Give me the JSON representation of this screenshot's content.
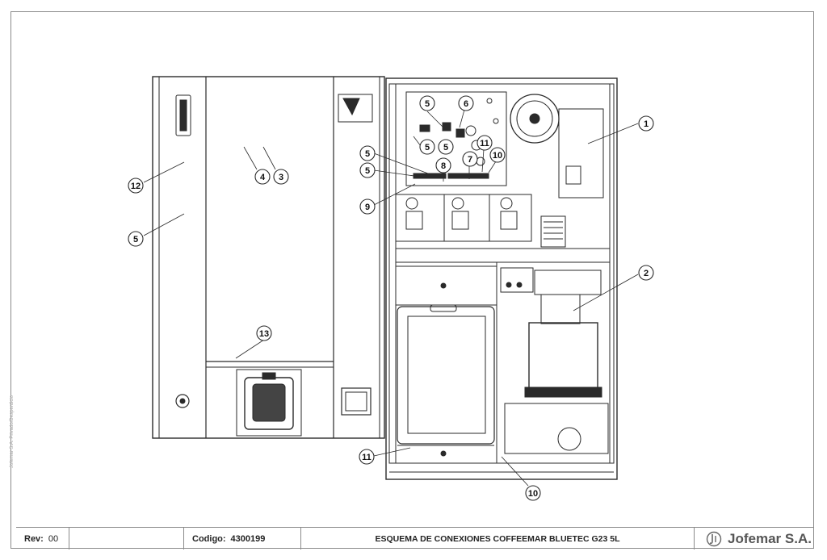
{
  "callouts": {
    "c1": "1",
    "c2": "2",
    "c3": "3",
    "c4": "4",
    "c5": "5",
    "c6": "6",
    "c7": "7",
    "c8": "8",
    "c9": "9",
    "c10": "10",
    "c11": "11",
    "c12": "12",
    "c13": "13"
  },
  "title_block": {
    "rev_label": "Rev:",
    "rev_value": "00",
    "code_label": "Codigo:",
    "code_value": "4300199",
    "title": "ESQUEMA DE CONEXIONES COFFEEMAR BLUETEC G23 5L",
    "company": "Jofemar S.A."
  },
  "watermark": "Jofemar S.A. Privado/Desperdicio",
  "colors": {
    "line": "#2a2a2a",
    "paper": "#ffffff",
    "frame": "#8a8a8a"
  }
}
